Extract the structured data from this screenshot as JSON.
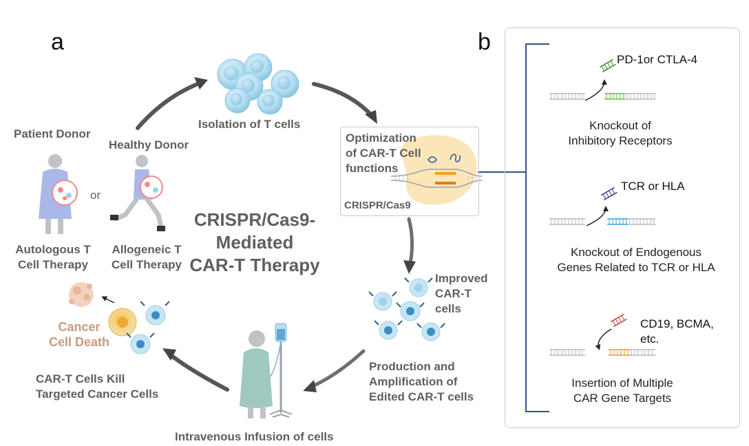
{
  "panel_a": {
    "letter": "a",
    "main_title_lines": [
      "CRISPR/Cas9-",
      "Mediated",
      "CAR-T Therapy"
    ],
    "isolation": "Isolation of T cells",
    "optimization_lines": [
      "Optimization",
      "of CAR-T Cell",
      "functions"
    ],
    "crispr": "CRISPR/Cas9",
    "improved_lines": [
      "Improved",
      "CAR-T",
      "cells"
    ],
    "production_lines": [
      "Production and",
      "Amplification of",
      "Edited CAR-T cells"
    ],
    "infusion": "Intravenous Infusion of cells",
    "kill_lines": [
      "CAR-T Cells Kill",
      "Targeted Cancer Cells"
    ],
    "cancer_lines": [
      "Cancer",
      "Cell Death"
    ],
    "patient_donor": "Patient Donor",
    "healthy_donor": "Healthy Donor",
    "or_word": "or",
    "autologous_lines": [
      "Autologous T",
      "Cell Therapy"
    ],
    "allogeneic_lines": [
      "Allogeneic T",
      "Cell Therapy"
    ]
  },
  "panel_b": {
    "letter": "b",
    "items": [
      {
        "tag": "PD-1or CTLA-4",
        "label_lines": [
          "Knockout of",
          "Inhibitory Receptors"
        ],
        "color": "#3a8a2a",
        "highlight": "#5cc23a"
      },
      {
        "tag": "TCR or HLA",
        "label_lines": [
          "Knockout of Endogenous",
          "Genes Related to TCR or HLA"
        ],
        "color": "#2a3f8a",
        "highlight": "#3aa0d8"
      },
      {
        "tag_lines": [
          "CD19, BCMA,",
          "etc."
        ],
        "label_lines": [
          "Insertion of Multiple",
          "CAR Gene Targets"
        ],
        "color": "#c83a3a",
        "highlight": "#e0a020"
      }
    ]
  },
  "colors": {
    "text_gray": "#5f5f5f",
    "cancer_text": "#c89a7c",
    "bracket": "#3a4f8a",
    "arrow": "#3c3c3c",
    "cell_blue": "#a9d8ee",
    "gown": "#a9b8e6"
  }
}
